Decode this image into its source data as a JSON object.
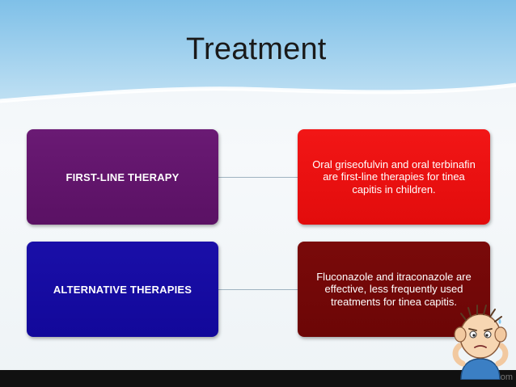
{
  "slide": {
    "title": "Treatment"
  },
  "rows": [
    {
      "category": "FIRST-LINE THERAPY",
      "description": "Oral griseofulvin and oral terbinafin are first-line therapies for tinea capitis in children."
    },
    {
      "category": "ALTERNATIVE THERAPIES",
      "description": "Fluconazole and itraconazole are effective, less frequently used treatments for tinea capitis."
    }
  ],
  "footer": {
    "watermark": "om"
  },
  "colors": {
    "first_line_box": "#5f1569",
    "first_line_detail": "#ec1111",
    "alternative_box": "#170ca2",
    "alternative_detail": "#730808",
    "header_band": "#a9d4ee"
  },
  "icons": [
    "confused-cartoon-character"
  ]
}
